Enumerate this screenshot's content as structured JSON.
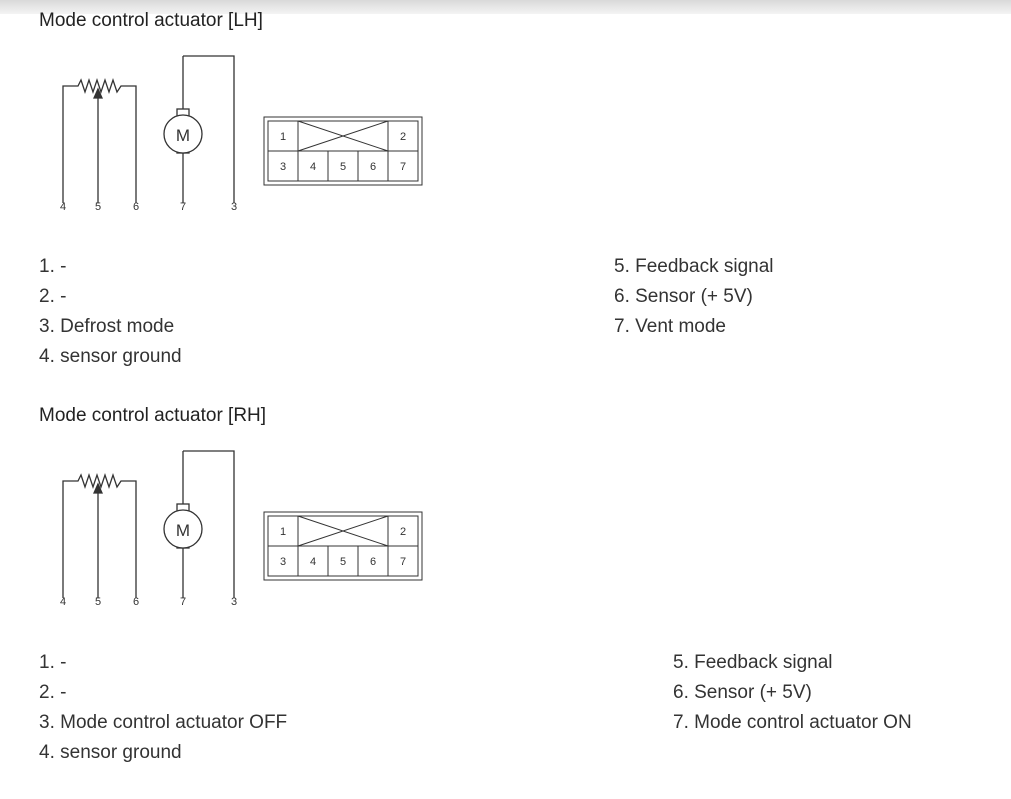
{
  "sections": [
    {
      "title": "Mode control actuator [LH]",
      "diagram": {
        "motor_symbol": "M",
        "wire_labels": [
          "4",
          "5",
          "6",
          "7",
          "3"
        ],
        "connector_top": [
          "1",
          "2"
        ],
        "connector_bottom": [
          "3",
          "4",
          "5",
          "6",
          "7"
        ]
      },
      "pins_left": [
        "1. -",
        "2. -",
        "3. Defrost mode",
        "4. sensor ground"
      ],
      "pins_right": [
        "5. Feedback signal",
        "6. Sensor (+ 5V)",
        "7. Vent mode"
      ]
    },
    {
      "title": "Mode control actuator [RH]",
      "diagram": {
        "motor_symbol": "M",
        "wire_labels": [
          "4",
          "5",
          "6",
          "7",
          "3"
        ],
        "connector_top": [
          "1",
          "2"
        ],
        "connector_bottom": [
          "3",
          "4",
          "5",
          "6",
          "7"
        ]
      },
      "pins_left": [
        "1. -",
        "2. -",
        "3. Mode control actuator OFF",
        "4. sensor ground"
      ],
      "pins_right": [
        "5. Feedback signal",
        "6. Sensor (+ 5V)",
        "7. Mode control actuator ON"
      ]
    }
  ]
}
